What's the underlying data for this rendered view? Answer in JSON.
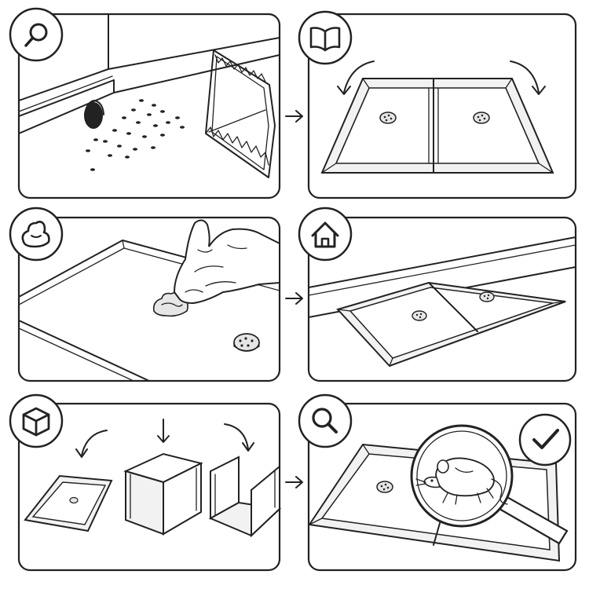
{
  "steps": [
    {
      "id": "inspect",
      "icon": "search-icon"
    },
    {
      "id": "open-trap",
      "icon": "open-book-icon"
    },
    {
      "id": "apply-bait",
      "icon": "droplet-blob-icon"
    },
    {
      "id": "place-along-wall",
      "icon": "house-icon"
    },
    {
      "id": "fold-into-box",
      "icon": "cube-icon"
    },
    {
      "id": "check-trap",
      "icon": "magnifier-icon"
    }
  ],
  "arrows": [
    "arrow-right-icon",
    "arrow-right-icon",
    "arrow-right-icon"
  ],
  "result_icon": "checkmark-icon",
  "colors": {
    "line": "#222222",
    "background": "#ffffff",
    "panel_fill": "#ffffff",
    "shade": "#e6e6e6"
  }
}
